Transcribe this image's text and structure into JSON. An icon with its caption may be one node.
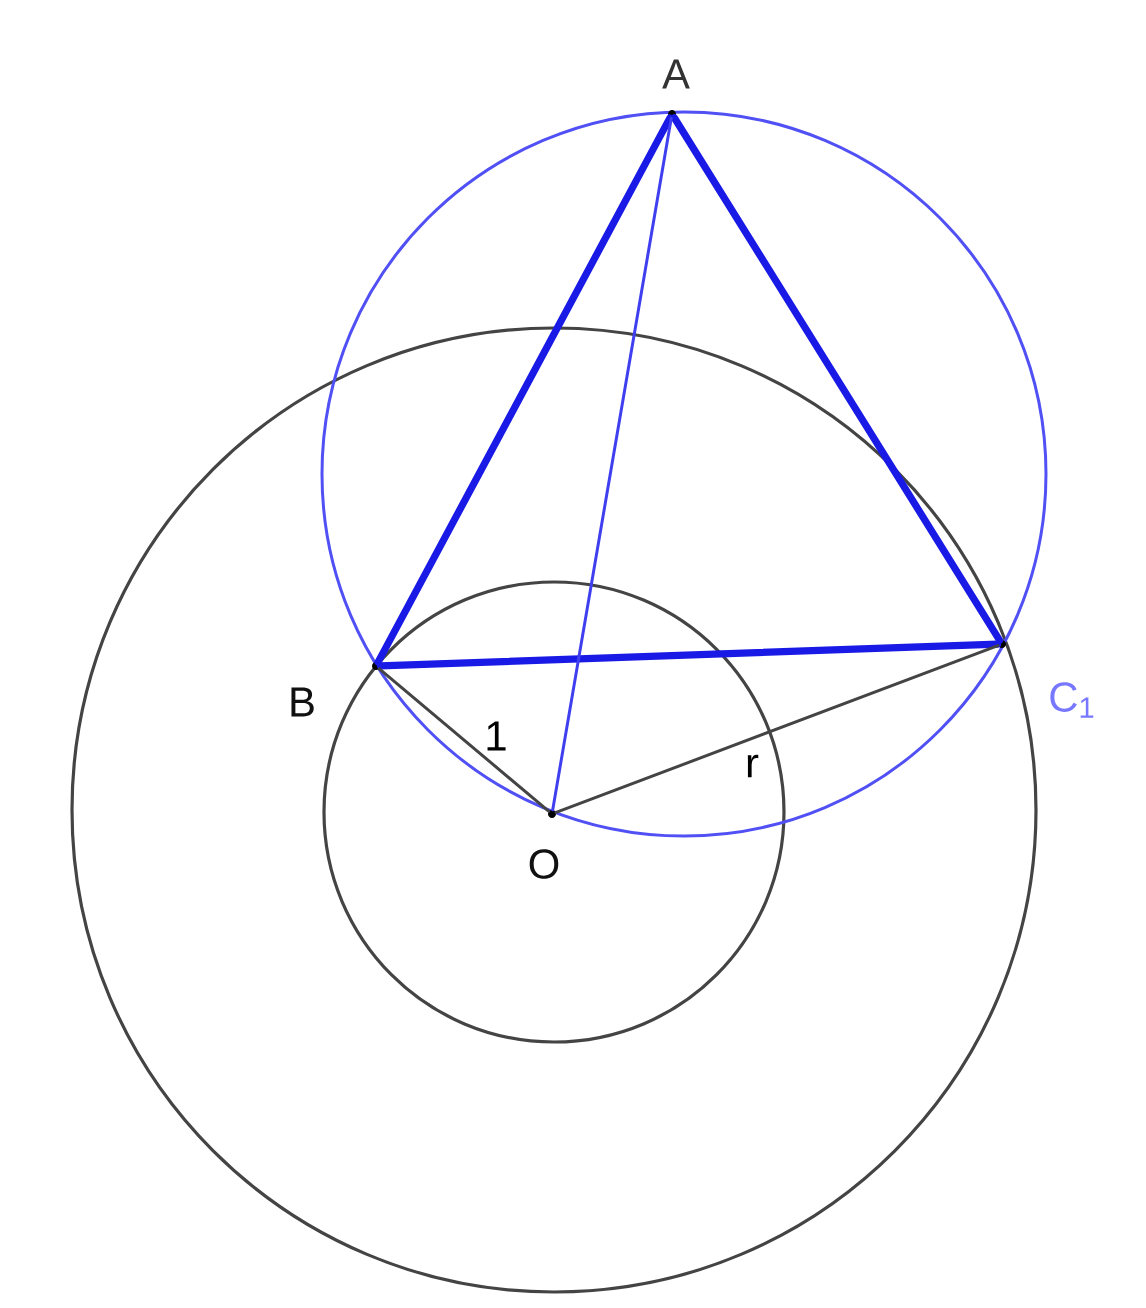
{
  "diagram": {
    "nodes": [
      {
        "text": [
          "A"
        ]
      },
      {
        "text": [
          "B"
        ]
      },
      {
        "text": [
          "C$_{1}$"
        ]
      },
      {
        "text": [
          "O"
        ]
      }
    ],
    "edges": [
      {
        "from": 0,
        "to": 1,
        "arrow": "none",
        "style": "thick",
        "color": "#1a1ae6"
      },
      {
        "from": 0,
        "to": 2,
        "arrow": "none",
        "style": "thick",
        "color": "#1a1ae6"
      },
      {
        "from": 1,
        "to": 2,
        "arrow": "none",
        "style": "thick",
        "color": "#1a1ae6"
      },
      {
        "from": 0,
        "to": 3,
        "arrow": "none",
        "color": "#3f3ff0"
      },
      {
        "from": 1,
        "to": 3,
        "arrow": "none",
        "label": "1",
        "color": "#444444"
      },
      {
        "from": 3,
        "to": 2,
        "arrow": "none",
        "label": "r",
        "color": "#444444"
      }
    ]
  }
}
